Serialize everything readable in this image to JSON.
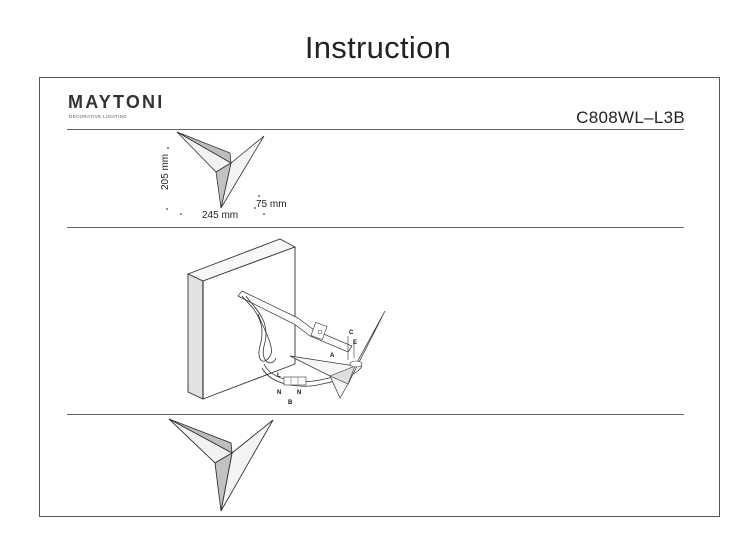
{
  "header": {
    "title": "Instruction"
  },
  "brand": {
    "name": "MAYTONI",
    "tagline": "DECORATIVE LIGHTING"
  },
  "product": {
    "model": "C808WL–L3B"
  },
  "dimensions": {
    "height": "205 mm",
    "width": "245 mm",
    "depth": "75 mm"
  },
  "wiring_labels": {
    "a": "A",
    "b": "B",
    "c": "C",
    "e": "E",
    "l": "L",
    "n": "N"
  },
  "colors": {
    "frame": "#555555",
    "face_light": "#f1f1f1",
    "face_shadow": "#bcbcbc"
  }
}
